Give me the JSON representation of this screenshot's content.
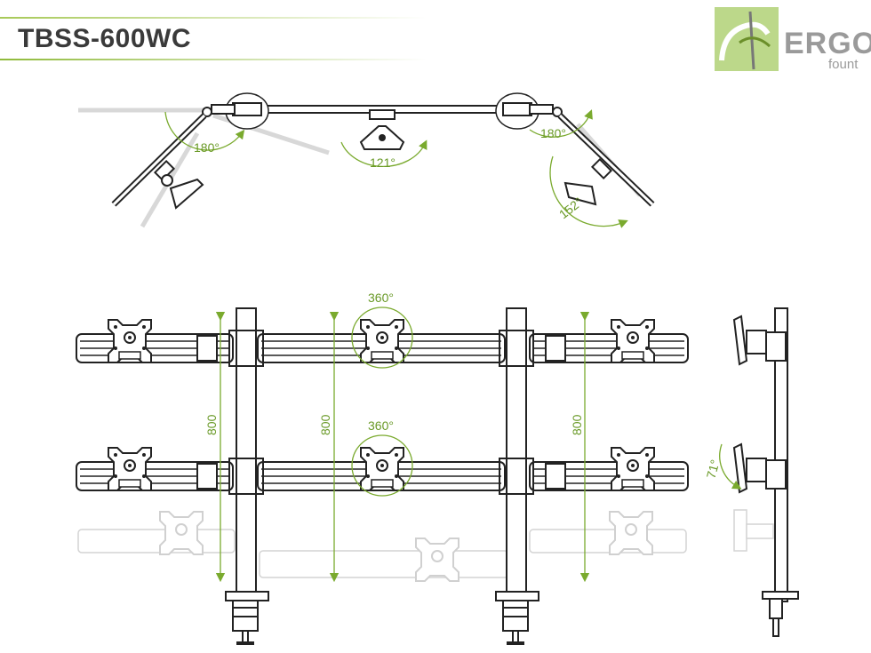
{
  "header": {
    "title": "TBSS-600WC"
  },
  "logo": {
    "brand": "ERGO",
    "sub": "fount"
  },
  "top_view": {
    "angle_left": "180°",
    "angle_center": "121°",
    "angle_right": "180°",
    "angle_right_tilt": "152°"
  },
  "front_view": {
    "rotation_top": "360°",
    "rotation_bottom": "360°",
    "height_left": "800",
    "height_center": "800",
    "height_right": "800"
  },
  "side_view": {
    "tilt": "71°"
  },
  "colors": {
    "accent": "#7aaa2e",
    "line": "#222222",
    "ghost": "#d6d6d6",
    "title": "#3a3a3a"
  }
}
